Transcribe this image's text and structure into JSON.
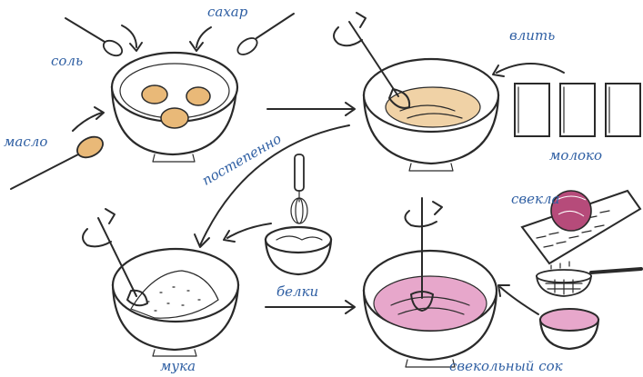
{
  "labels": {
    "salt": "соль",
    "sugar": "сахар",
    "butter": "масло",
    "pour_in": "влить",
    "milk": "молоко",
    "gradually": "постепенно",
    "beet": "свекла",
    "whites": "белки",
    "flour": "мука",
    "beet_juice": "свекольный сок"
  },
  "colors": {
    "label": "#2f5fa3",
    "ink": "#2a2a2a",
    "egg_yolk": "#e9b978",
    "batter": "#f0d2a6",
    "pink_batter": "#e7a7cb",
    "beet": "#b64b7a"
  }
}
